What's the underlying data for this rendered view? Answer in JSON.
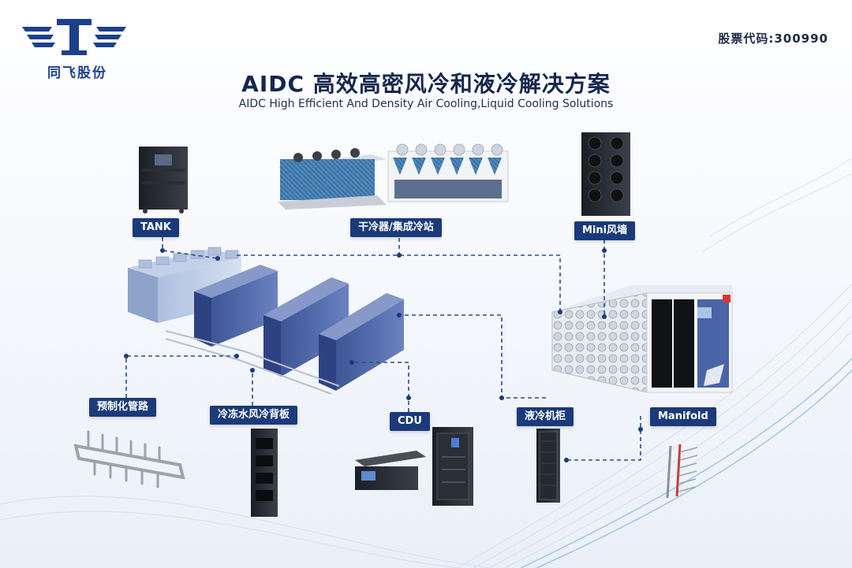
{
  "brand": {
    "name": "同飞股份",
    "logo": "tongfei-logo"
  },
  "stock_code": "股票代码:300990",
  "title": {
    "cn": "AIDC 高效高密风冷和液冷解决方案",
    "en": "AIDC High Efficient And Density Air Cooling,Liquid Cooling Solutions"
  },
  "labels": {
    "tank": "TANK",
    "dry_cooler": "干冷器/集成冷站",
    "mini_wall": "Mini风墙",
    "pipeline": "预制化管路",
    "backplane": "冷冻水风冷背板",
    "cdu": "CDU",
    "cabinet": "液冷机柜",
    "manifold": "Manifold"
  },
  "colors": {
    "navy": "#1a3a7a",
    "equipment_blue": "#4a64a8",
    "dashed_line": "#2a4b8d"
  }
}
